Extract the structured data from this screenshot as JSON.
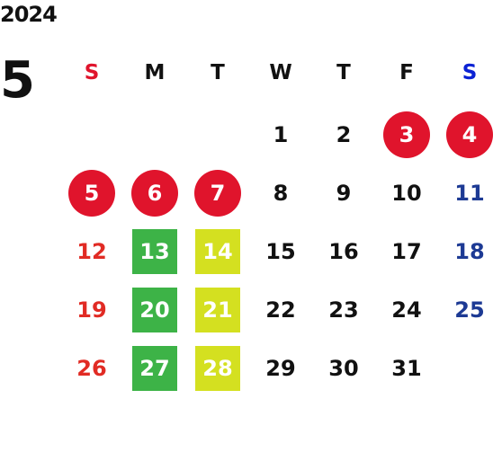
{
  "year": "2024",
  "month": "5",
  "weekdays": [
    {
      "label": "S",
      "color": "#e0142c"
    },
    {
      "label": "M",
      "color": "#111111"
    },
    {
      "label": "T",
      "color": "#111111"
    },
    {
      "label": "W",
      "color": "#111111"
    },
    {
      "label": "T",
      "color": "#111111"
    },
    {
      "label": "F",
      "color": "#111111"
    },
    {
      "label": "S",
      "color": "#0b22d4"
    }
  ],
  "colors": {
    "sunday": "#e12b24",
    "saturday": "#1d3a94",
    "weekday": "#111111",
    "holiday": "#e0142c",
    "green": "#3db347",
    "yellow": "#d4e020"
  },
  "weeks": [
    [
      null,
      null,
      null,
      {
        "day": "1",
        "style": "plain"
      },
      {
        "day": "2",
        "style": "plain"
      },
      {
        "day": "3",
        "style": "holiday"
      },
      {
        "day": "4",
        "style": "holiday"
      }
    ],
    [
      {
        "day": "5",
        "style": "holiday"
      },
      {
        "day": "6",
        "style": "holiday"
      },
      {
        "day": "7",
        "style": "holiday"
      },
      {
        "day": "8",
        "style": "plain"
      },
      {
        "day": "9",
        "style": "plain"
      },
      {
        "day": "10",
        "style": "plain"
      },
      {
        "day": "11",
        "style": "sat"
      }
    ],
    [
      {
        "day": "12",
        "style": "sun"
      },
      {
        "day": "13",
        "style": "green"
      },
      {
        "day": "14",
        "style": "yellow"
      },
      {
        "day": "15",
        "style": "plain"
      },
      {
        "day": "16",
        "style": "plain"
      },
      {
        "day": "17",
        "style": "plain"
      },
      {
        "day": "18",
        "style": "sat"
      }
    ],
    [
      {
        "day": "19",
        "style": "sun"
      },
      {
        "day": "20",
        "style": "green"
      },
      {
        "day": "21",
        "style": "yellow"
      },
      {
        "day": "22",
        "style": "plain"
      },
      {
        "day": "23",
        "style": "plain"
      },
      {
        "day": "24",
        "style": "plain"
      },
      {
        "day": "25",
        "style": "sat"
      }
    ],
    [
      {
        "day": "26",
        "style": "sun"
      },
      {
        "day": "27",
        "style": "green"
      },
      {
        "day": "28",
        "style": "yellow"
      },
      {
        "day": "29",
        "style": "plain"
      },
      {
        "day": "30",
        "style": "plain"
      },
      {
        "day": "31",
        "style": "plain"
      },
      null
    ]
  ]
}
